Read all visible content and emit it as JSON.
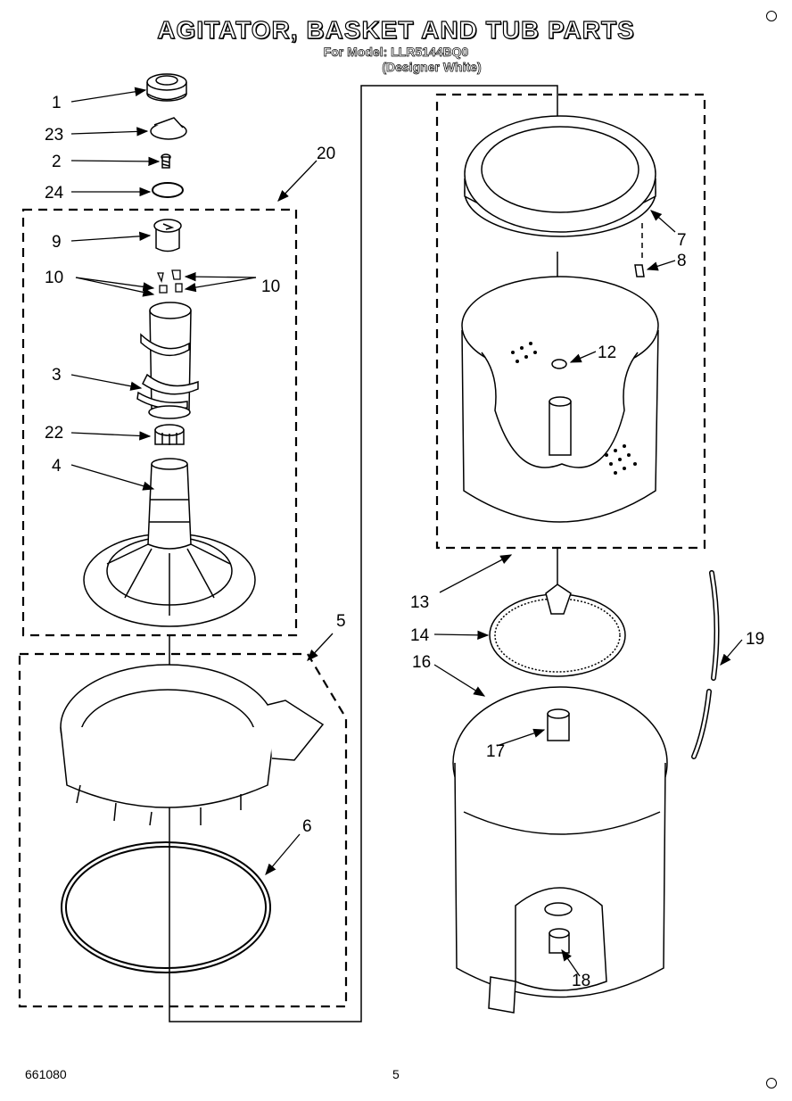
{
  "header": {
    "title": "AGITATOR, BASKET AND TUB PARTS",
    "model_line": "For Model: LLR5144BQ0",
    "color_line": "(Designer White)"
  },
  "callouts": [
    "1",
    "23",
    "2",
    "24",
    "20",
    "9",
    "10",
    "10",
    "3",
    "22",
    "4",
    "5",
    "6",
    "7",
    "8",
    "12",
    "13",
    "14",
    "16",
    "17",
    "19",
    "18"
  ],
  "footer": {
    "doc_number": "661080",
    "page_number": "5"
  }
}
